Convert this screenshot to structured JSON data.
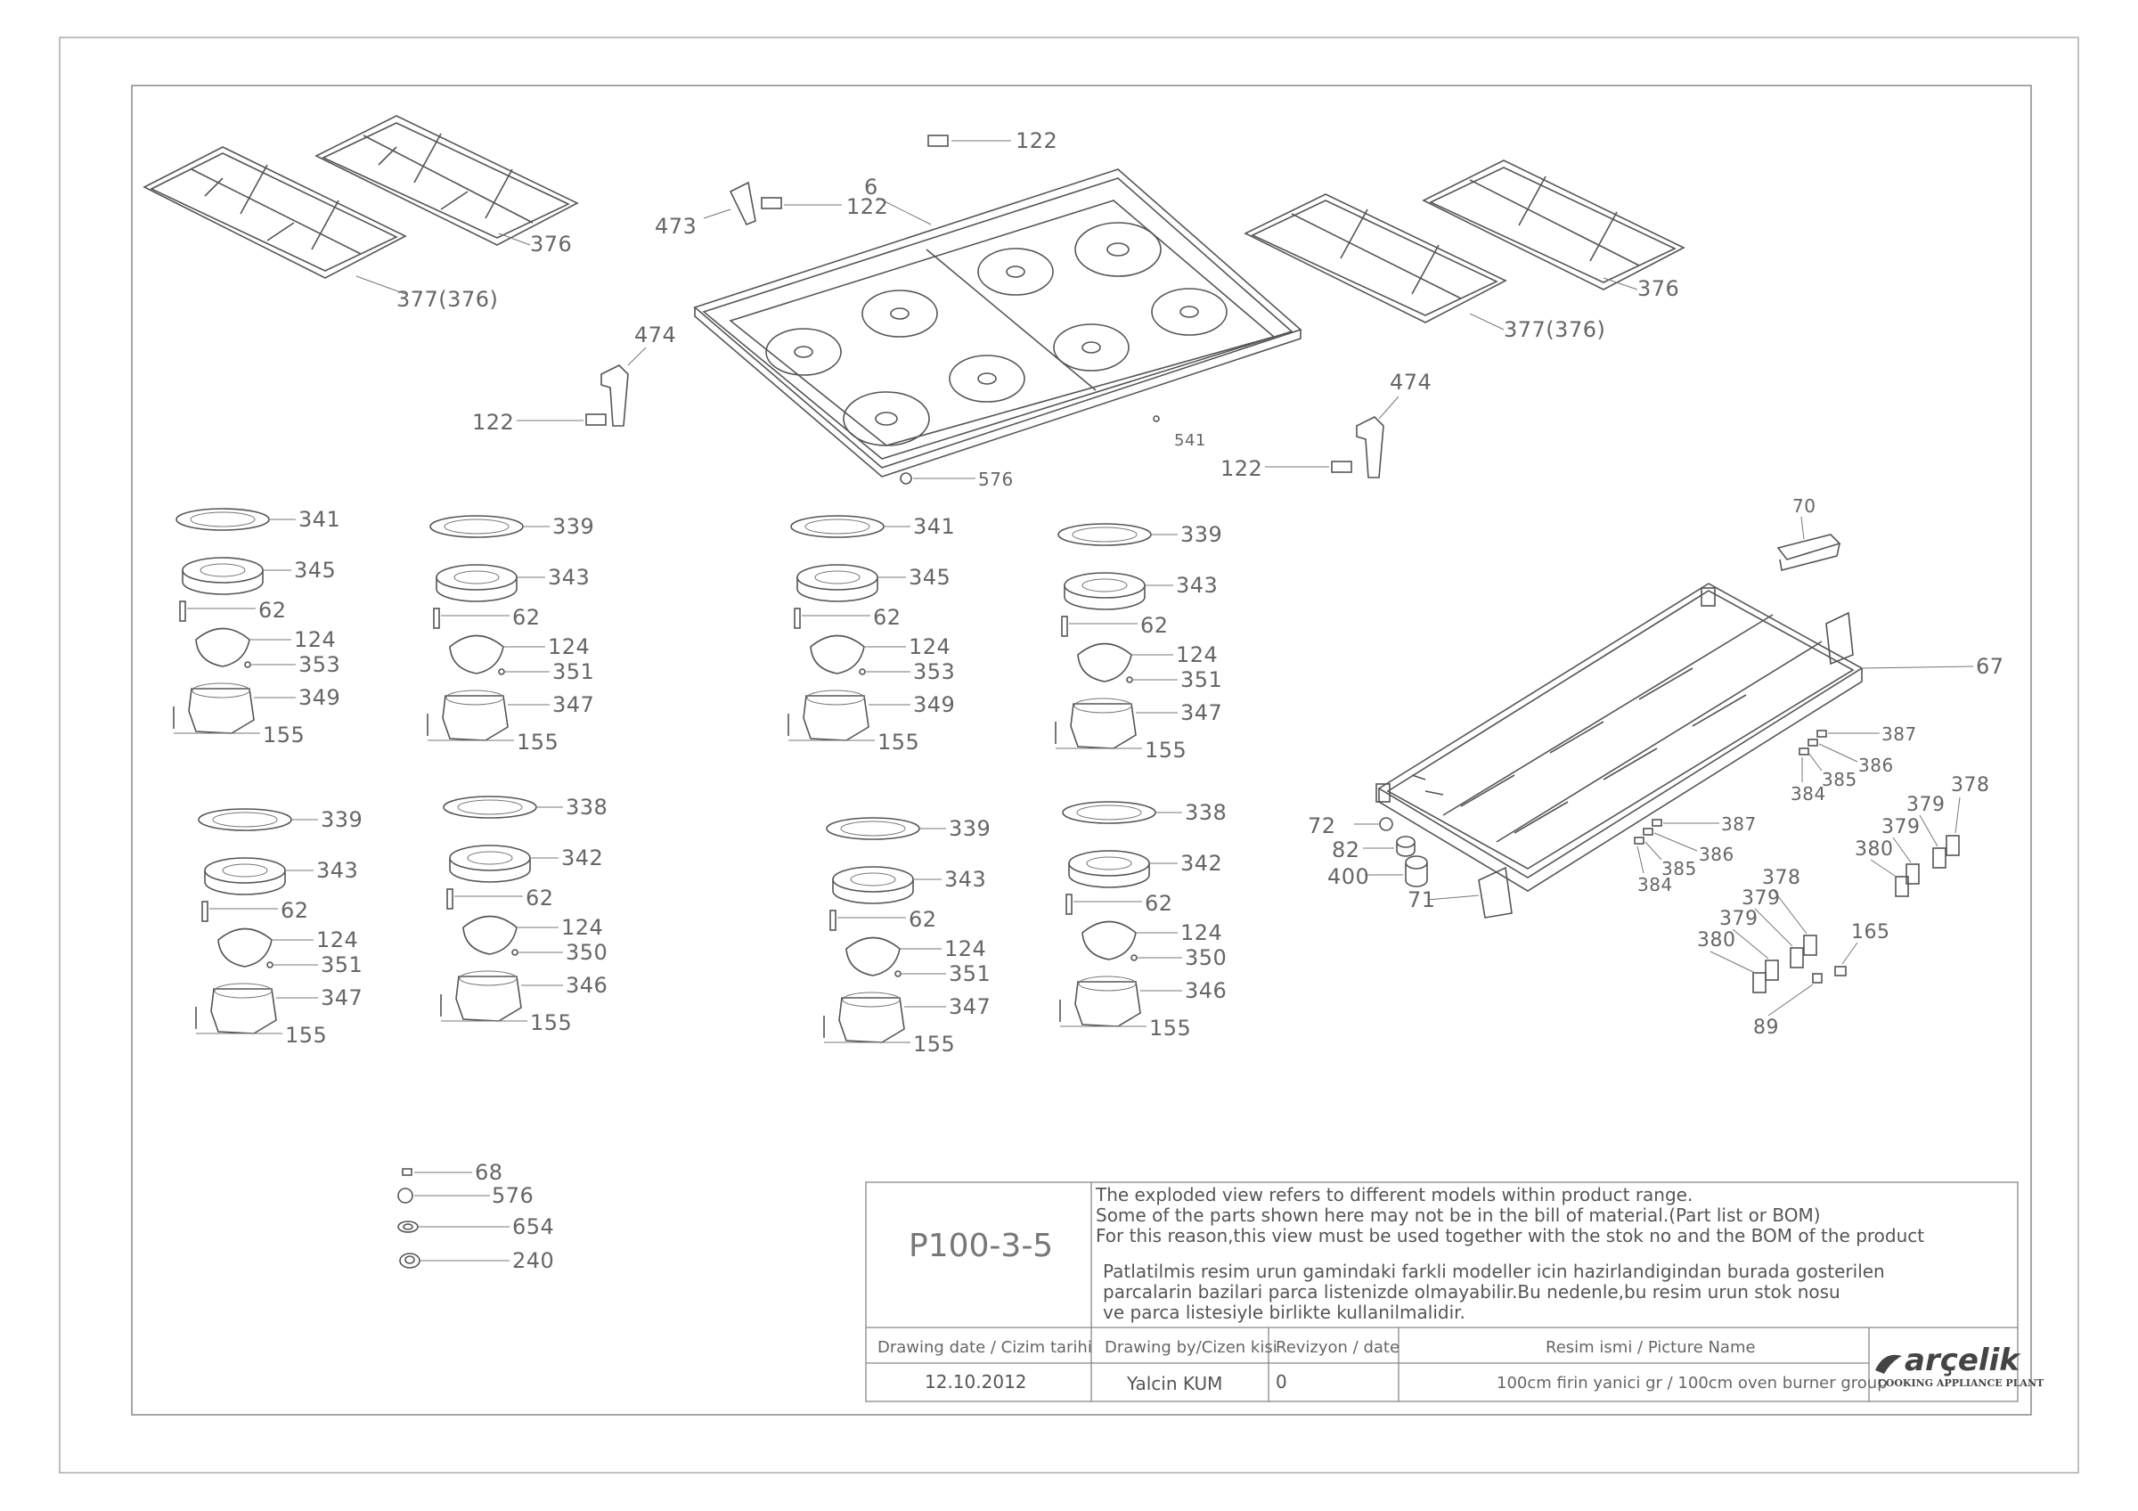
{
  "drawing": {
    "code": "P100-3-5",
    "notes_en": [
      "The exploded view refers to different models within product range.",
      "Some of the parts shown here may not be in the bill of material.(Part list or BOM)",
      "For this reason,this view must be used together with the stok no and the BOM of the product"
    ],
    "notes_tr": [
      "Patlatilmis resim urun gamindaki farkli modeller icin hazirlandigindan burada gosterilen",
      "parcalarin bazilari parca listenizde olmayabilir.Bu nedenle,bu resim urun stok nosu",
      "ve parca listesiyle birlikte kullanilmalidir."
    ],
    "headers": {
      "date": "Drawing date / Cizim tarihi",
      "by": "Drawing by/Cizen kisi",
      "rev": "Revizyon / date",
      "name": "Resim ismi / Picture Name"
    },
    "values": {
      "date": "12.10.2012",
      "by": "Yalcin KUM",
      "rev": "0",
      "name": "100cm firin yanici gr / 100cm oven burner group"
    },
    "brand": "arçelik",
    "plant": "COOKING APPLIANCE PLANT"
  },
  "labels": {
    "grate_376_a": "376",
    "grate_377_a": "377(376)",
    "grate_376_b": "376",
    "grate_377_b": "377(376)",
    "p122_top": "122",
    "p6": "6",
    "p473": "473",
    "p122_473": "122",
    "p474_l": "474",
    "p122_l": "122",
    "p541": "541",
    "p576_hob": "576",
    "p474_r": "474",
    "p122_r": "122",
    "b1": [
      "341",
      "345",
      "62",
      "124",
      "353",
      "349",
      "155"
    ],
    "b2": [
      "339",
      "343",
      "62",
      "124",
      "351",
      "347",
      "155"
    ],
    "b3": [
      "341",
      "345",
      "62",
      "124",
      "353",
      "349",
      "155"
    ],
    "b4": [
      "339",
      "343",
      "62",
      "124",
      "351",
      "347",
      "155"
    ],
    "b5": [
      "339",
      "343",
      "62",
      "124",
      "351",
      "347",
      "155"
    ],
    "b6": [
      "338",
      "342",
      "62",
      "124",
      "350",
      "346",
      "155"
    ],
    "b7": [
      "339",
      "343",
      "62",
      "124",
      "351",
      "347",
      "155"
    ],
    "b8": [
      "338",
      "342",
      "62",
      "124",
      "350",
      "346",
      "155"
    ],
    "loose": [
      "68",
      "576",
      "654",
      "240"
    ],
    "frame": {
      "p70": "70",
      "p67": "67",
      "p387_a": "387",
      "p386_a": "386",
      "p385_a": "385",
      "p384_a": "384",
      "p387_b": "387",
      "p386_b": "386",
      "p385_b": "385",
      "p384_b": "384",
      "p72": "72",
      "p82": "82",
      "p400": "400",
      "p71": "71",
      "p378_a": "378",
      "p379_a": "379",
      "p379_a2": "379",
      "p380_a": "380",
      "p378_b": "378",
      "p379_b": "379",
      "p379_b2": "379",
      "p380_b": "380",
      "p165": "165",
      "p89": "89"
    }
  }
}
